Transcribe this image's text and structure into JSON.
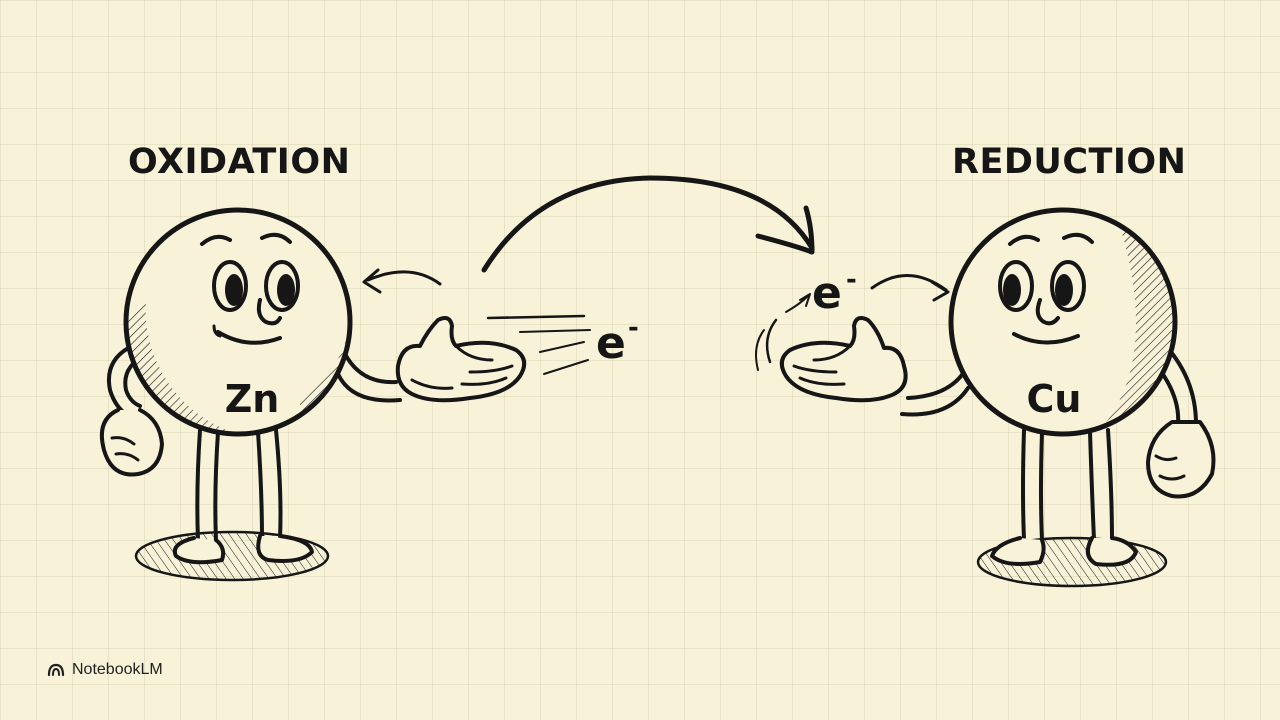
{
  "labels": {
    "oxidation": "OXIDATION",
    "reduction": "REDUCTION",
    "zinc": "Zn",
    "copper": "Cu",
    "electron_symbol": "e",
    "electron_charge": "-"
  },
  "brand": {
    "name": "NotebookLM",
    "icon": "notebooklm-logo-icon"
  },
  "colors": {
    "paper": "#f7f2d8",
    "ink": "#161616"
  }
}
